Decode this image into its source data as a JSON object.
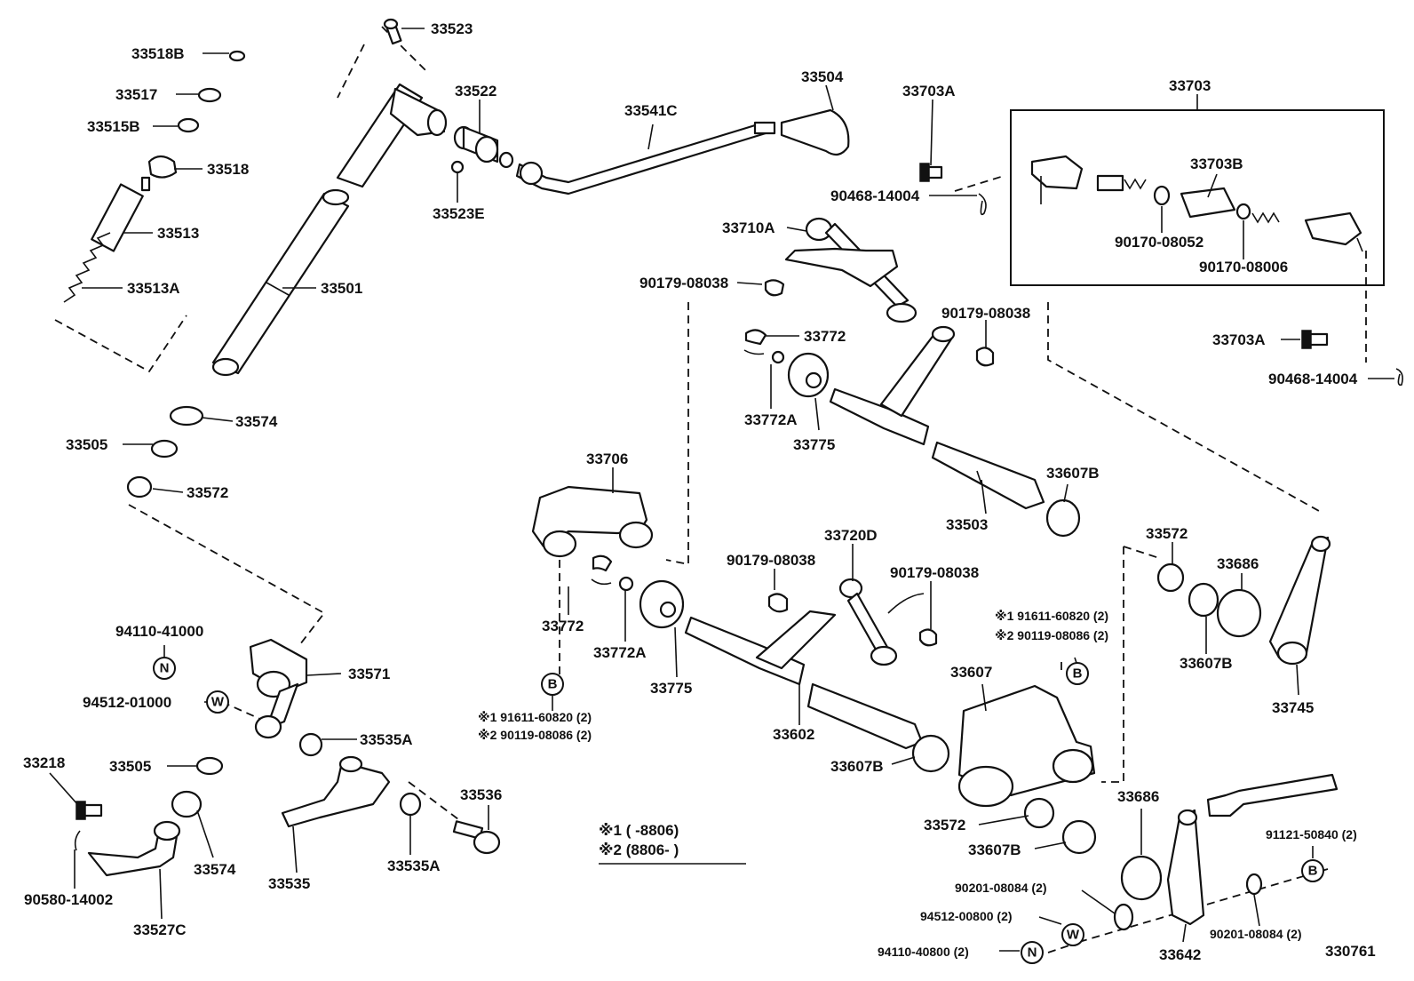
{
  "labels": {
    "p33523": "33523",
    "p33518B": "33518B",
    "p33517": "33517",
    "p33515B": "33515B",
    "p33518": "33518",
    "p33513": "33513",
    "p33513A": "33513A",
    "p33501": "33501",
    "p33522": "33522",
    "p33523E": "33523E",
    "p33541C": "33541C",
    "p33504": "33504",
    "p33703A_top": "33703A",
    "p90468_top": "90468-14004",
    "p33703": "33703",
    "p33703B": "33703B",
    "p90170_08052": "90170-08052",
    "p90170_08006": "90170-08006",
    "p33703A_right": "33703A",
    "p90468_right": "90468-14004",
    "p33710A": "33710A",
    "p90179_a": "90179-08038",
    "p90179_b": "90179-08038",
    "p33772_top": "33772",
    "p33772A_top": "33772A",
    "p33775_top": "33775",
    "p33574_top": "33574",
    "p33505_top": "33505",
    "p33572_left": "33572",
    "p33706": "33706",
    "p33503": "33503",
    "p33607B_a": "33607B",
    "p33720D": "33720D",
    "p90179_c": "90179-08038",
    "p90179_d": "90179-08038",
    "p33572_mid": "33572",
    "p33686_top": "33686",
    "p33607B_b": "33607B",
    "p33745": "33745",
    "p33772_mid": "33772",
    "p33772A_mid": "33772A",
    "p33775_mid": "33775",
    "p33602": "33602",
    "p33607B_c": "33607B",
    "p33607": "33607",
    "p94110_41000": "94110-41000",
    "p94512_01000": "94512-01000",
    "p33571": "33571",
    "p33535A_top": "33535A",
    "p33218": "33218",
    "p33505_bot": "33505",
    "p33574_bot": "33574",
    "p33536": "33536",
    "p90580": "90580-14002",
    "p33527C": "33527C",
    "p33535": "33535",
    "p33535A_bot": "33535A",
    "p33572_bot": "33572",
    "p33607B_d": "33607B",
    "p33686_bot": "33686",
    "p91121": "91121-50840 (2)",
    "p90201_a": "90201-08084 (2)",
    "p94512_00800": "94512-00800 (2)",
    "p94110_40800": "94110-40800 (2)",
    "p33642": "33642",
    "p90201_b": "90201-08084 (2)",
    "code": "330761"
  },
  "notes": {
    "left_1": "※1  91611-60820 (2)",
    "left_2": "※2  90119-08086 (2)",
    "right_1": "※1  91611-60820 (2)",
    "right_2": "※2  90119-08086 (2)",
    "legend_1": "※1 (       -8806)",
    "legend_2": "※2 (8806-       )"
  },
  "symbols": {
    "B": "B",
    "N": "N",
    "W": "W"
  },
  "icons": {
    "part_drawing": "exploded-view-part",
    "callout_symbol": "circled-letter"
  }
}
